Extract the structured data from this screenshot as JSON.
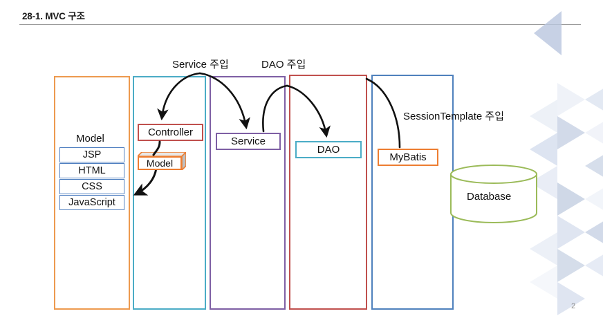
{
  "slide": {
    "title": "28-1. MVC 구조",
    "page_number": "2"
  },
  "lanes": [
    {
      "name": "model-lane",
      "color": "#ed9a4f"
    },
    {
      "name": "controller-lane",
      "color": "#4bacc6"
    },
    {
      "name": "service-lane",
      "color": "#8064a2"
    },
    {
      "name": "dao-lane",
      "color": "#c0504d"
    },
    {
      "name": "mybatis-lane",
      "color": "#4f81bd"
    }
  ],
  "nodes": {
    "model_label": "Model",
    "model_stack": [
      "JSP",
      "HTML",
      "CSS",
      "JavaScript"
    ],
    "controller": "Controller",
    "model_cube": "Model",
    "service": "Service",
    "dao": "DAO",
    "mybatis": "MyBatis",
    "database": "Database"
  },
  "arrow_labels": {
    "service_inject": "Service 주입",
    "dao_inject": "DAO 주입",
    "session_template_inject": "SessionTemplate 주입"
  },
  "colors": {
    "orange": "#ed7d31",
    "orange_light": "#ed9a4f",
    "cyan": "#4bacc6",
    "purple": "#7e5fa4",
    "red": "#c0504d",
    "blue": "#4f81bd",
    "blue_stack": "#4f7fc0",
    "green": "#9bbb59",
    "arrow": "#111111",
    "rule": "#9a9a9a",
    "deco": "#c9d4e8"
  }
}
